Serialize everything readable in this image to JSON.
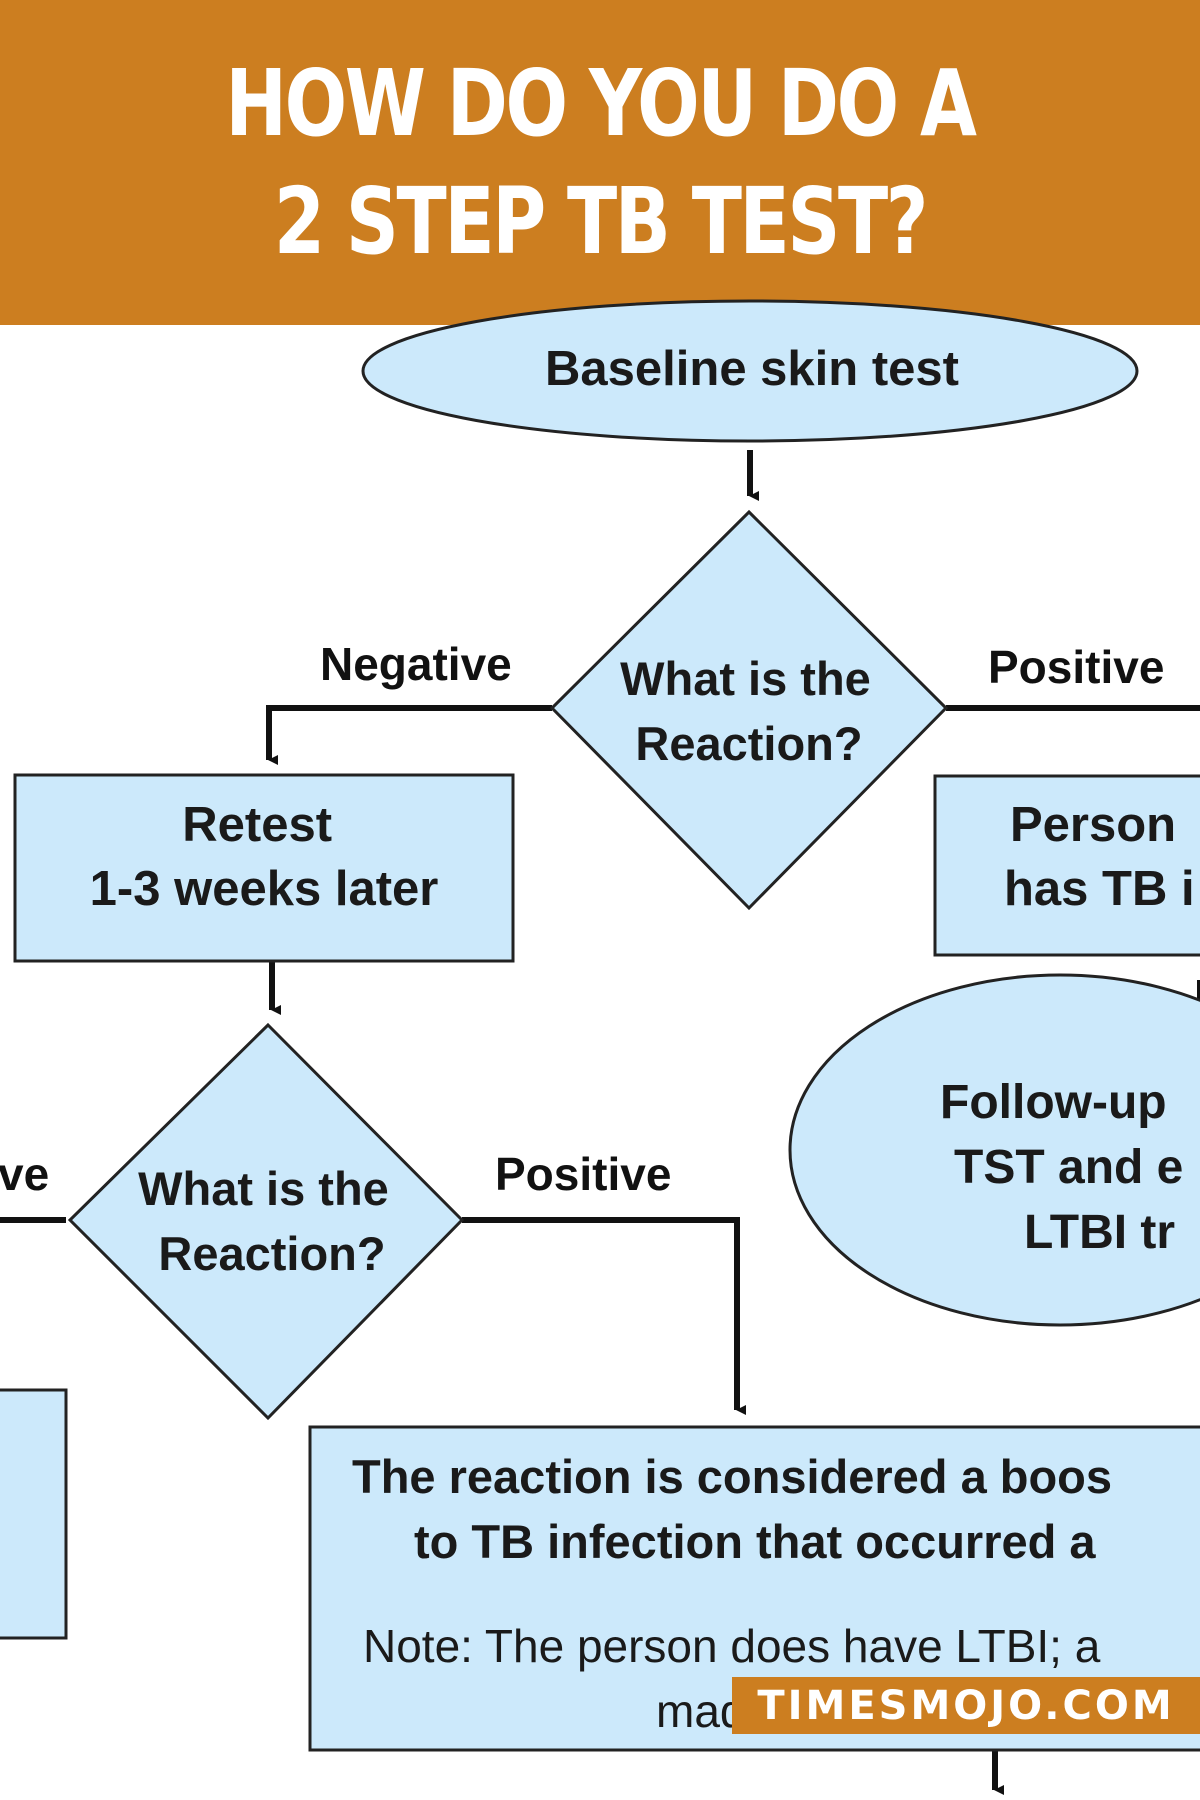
{
  "header": {
    "title": "HOW DO YOU DO A 2 STEP TB TEST?",
    "background_color": "#cc7e20"
  },
  "flowchart": {
    "colors": {
      "fill": "#cce9fb",
      "stroke": "#222222"
    },
    "nodes": {
      "baseline": {
        "shape": "ellipse",
        "lines": [
          "Baseline skin test"
        ]
      },
      "reaction_1": {
        "shape": "diamond",
        "lines": [
          "What is the",
          "Reaction?"
        ]
      },
      "retest": {
        "shape": "rectangle",
        "lines": [
          "Retest",
          "1-3 weeks later"
        ]
      },
      "person": {
        "shape": "rectangle",
        "lines": [
          "Person",
          "has TB i"
        ]
      },
      "reaction_2": {
        "shape": "diamond",
        "lines": [
          "What is the",
          "Reaction?"
        ]
      },
      "followup": {
        "shape": "ellipse",
        "lines": [
          "Follow-up",
          "TST and e",
          "LTBI tr"
        ]
      },
      "booster": {
        "shape": "rectangle",
        "lines": [
          "The reaction is considered a boos",
          "to TB infection that occurred a"
        ],
        "note_lines": [
          "Note: The person does have LTBI; a",
          "made whether to treat"
        ]
      }
    },
    "edges": {
      "reaction_1_negative": "Negative",
      "reaction_1_positive": "Positive",
      "reaction_2_negative": "ve",
      "reaction_2_positive": "Positive"
    }
  },
  "watermark": {
    "text": "TIMESMOJO.COM",
    "background_color": "#cc7e20"
  }
}
